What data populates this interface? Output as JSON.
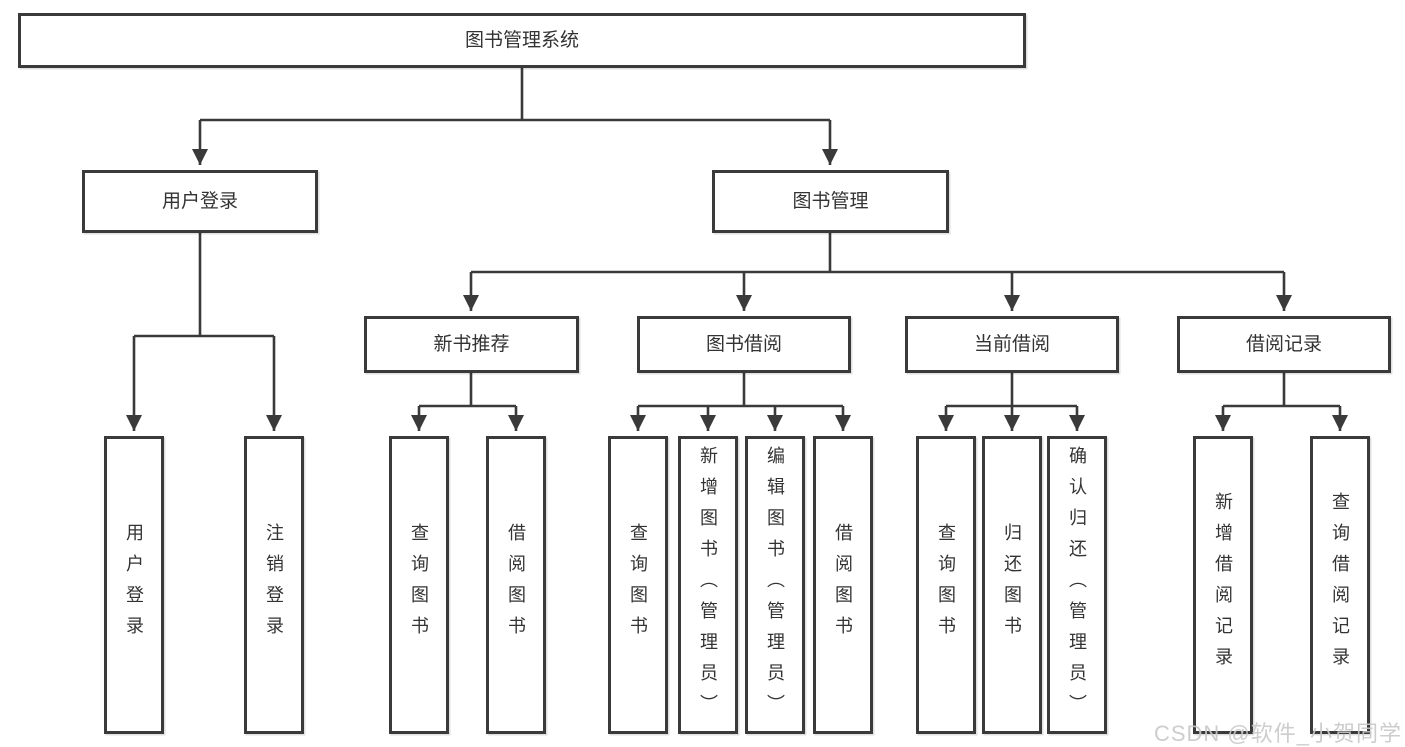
{
  "colors": {
    "line_color": "#3a3a3a",
    "text_color": "#333333",
    "box_bg": "#ffffff",
    "watermark_color": "#c9c9c9"
  },
  "tree": {
    "root": {
      "label": "图书管理系统"
    },
    "branches": [
      {
        "label": "用户登录",
        "leaves": [
          {
            "label": "用户登录"
          },
          {
            "label": "注销登录"
          }
        ]
      },
      {
        "label": "图书管理",
        "sections": [
          {
            "label": "新书推荐",
            "leaves": [
              {
                "label": "查询图书"
              },
              {
                "label": "借阅图书"
              }
            ]
          },
          {
            "label": "图书借阅",
            "leaves": [
              {
                "label": "查询图书"
              },
              {
                "label": "新增图书（管理员）"
              },
              {
                "label": "编辑图书（管理员）"
              },
              {
                "label": "借阅图书"
              }
            ]
          },
          {
            "label": "当前借阅",
            "leaves": [
              {
                "label": "查询图书"
              },
              {
                "label": "归还图书"
              },
              {
                "label": "确认归还（管理员）"
              }
            ]
          },
          {
            "label": "借阅记录",
            "leaves": [
              {
                "label": "新增借阅记录"
              },
              {
                "label": "查询借阅记录"
              }
            ]
          }
        ]
      }
    ]
  },
  "watermark": {
    "text": "CSDN @软件_小贺同学"
  }
}
